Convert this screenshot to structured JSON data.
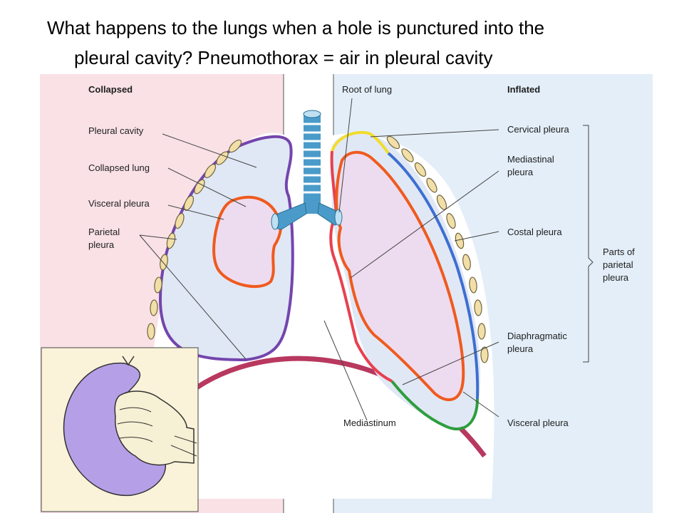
{
  "title": {
    "line1": "What happens to the lungs when a hole is punctured into the",
    "line2": "pleural cavity?  Pneumothorax = air in pleural cavity"
  },
  "diagram": {
    "left_heading": "Collapsed",
    "right_heading": "Inflated",
    "labels": {
      "pleural_cavity": "Pleural cavity",
      "collapsed_lung": "Collapsed lung",
      "visceral_pleura_left": "Visceral pleura",
      "parietal_pleura_1": "Parietal",
      "parietal_pleura_2": "pleura",
      "root_of_lung": "Root of lung",
      "cervical_pleura": "Cervical pleura",
      "mediastinal_pleura_1": "Mediastinal",
      "mediastinal_pleura_2": "pleura",
      "costal_pleura": "Costal pleura",
      "parts_of_parietal_1": "Parts of",
      "parts_of_parietal_2": "parietal",
      "parts_of_parietal_3": "pleura",
      "diaphragmatic_pleura_1": "Diaphragmatic",
      "diaphragmatic_pleura_2": "pleura",
      "mediastinum": "Mediastinum",
      "visceral_pleura_right": "Visceral pleura"
    },
    "colors": {
      "left_background": "#f9e1e6",
      "right_background": "#e3eef8",
      "pleural_fill": "#e0e8f5",
      "lung_fill": "#eddcef",
      "parietal_left": "#7445ad",
      "visceral": "#f05a1e",
      "mediastinal": "#e8404f",
      "costal": "#3d6fd1",
      "cervical": "#f2dc2a",
      "diaphragmatic": "#2e9e3e",
      "diaphragm": "#b8385f",
      "rib": "#f2dfa8",
      "trachea": "#4a9bc9",
      "inset_balloon": "#b5a0e8"
    }
  }
}
